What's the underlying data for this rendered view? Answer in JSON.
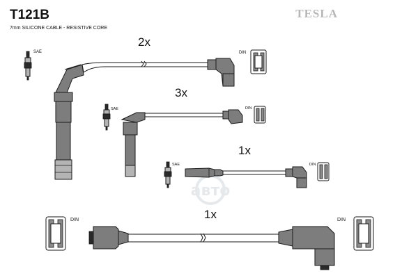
{
  "header": {
    "part_number": "T121B",
    "description": "7mm SILICONE CABLE - RESISTIVE CORE",
    "brand": "TESLA"
  },
  "watermark": {
    "text": "авто"
  },
  "cables": [
    {
      "quantity": "2x",
      "left_label": "SAE",
      "right_label": "DIN"
    },
    {
      "quantity": "3x",
      "left_label": "SAE",
      "right_label": "DIN"
    },
    {
      "quantity": "1x",
      "left_label": "SAE",
      "right_label": "DIN"
    },
    {
      "quantity": "1x",
      "left_label": "DIN",
      "right_label": "DIN"
    }
  ]
}
